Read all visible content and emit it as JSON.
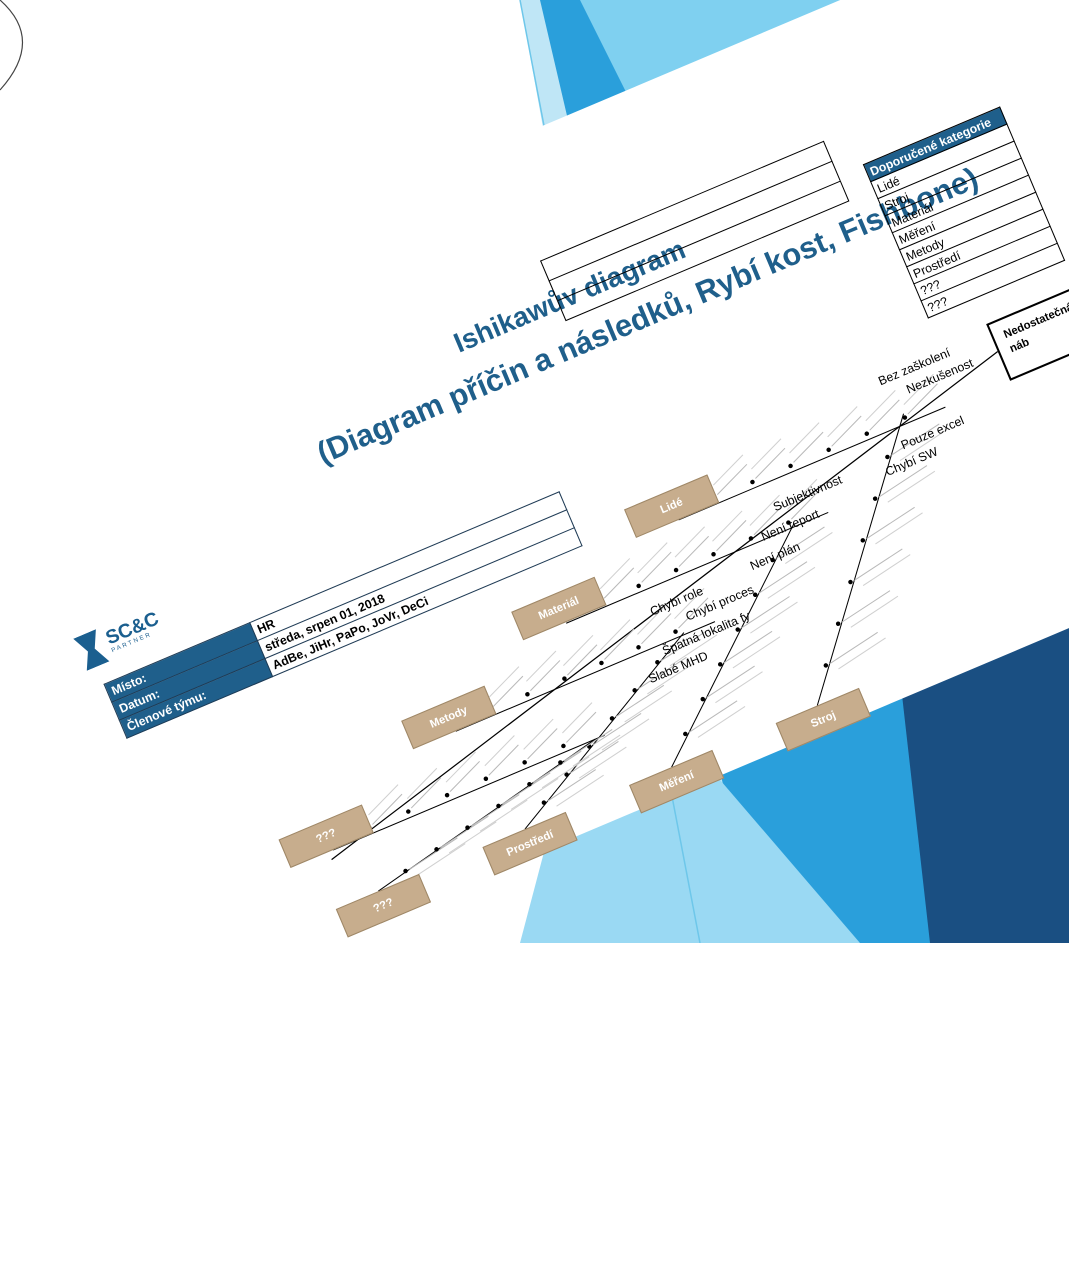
{
  "diagram": {
    "title": "Ishikawův diagram",
    "subtitle": "(Diagram příčin a následků, Rybí kost, Fishbone)",
    "logo": {
      "name": "SC&C",
      "sub": "PARTNER"
    },
    "info": [
      {
        "label": "Místo:",
        "value": "HR"
      },
      {
        "label": "Datum:",
        "value": "středa, srpen 01, 2018"
      },
      {
        "label": "Členové týmu:",
        "value": "AdBe, JiHr, PaPo, JoVr, DeCi"
      }
    ],
    "categories_header": "Doporučené kategorie",
    "categories": [
      "Lidé",
      "Stroj",
      "Materiál",
      "Měření",
      "Metody",
      "Prostředí",
      "???",
      "???"
    ],
    "effect": "Nedostatečná rychlost náb",
    "bones": {
      "lide": "Lidé",
      "material": "Materiál",
      "metody": "Metody",
      "q_top": "???",
      "stroj": "Stroj",
      "mereni": "Měření",
      "prostredi": "Prostředí",
      "q_bottom": "???"
    },
    "causes": {
      "c1": "Bez zaškolení",
      "c2": "Nezkušenost",
      "c3": "Pouze excel",
      "c4": "Chybí SW",
      "c5": "Subjektivnost",
      "c6": "Není report",
      "c7": "Není plán",
      "c8": "Chybí role",
      "c9": "Chybí proces",
      "c10": "Špatná lokalita fy",
      "c11": "Slabé MHD"
    },
    "colors": {
      "accent": "#1f5f8b",
      "bone_box": "#c7ad8d",
      "bg_blue": "#29a9e1",
      "bg_dark": "#1e4f7a"
    }
  }
}
